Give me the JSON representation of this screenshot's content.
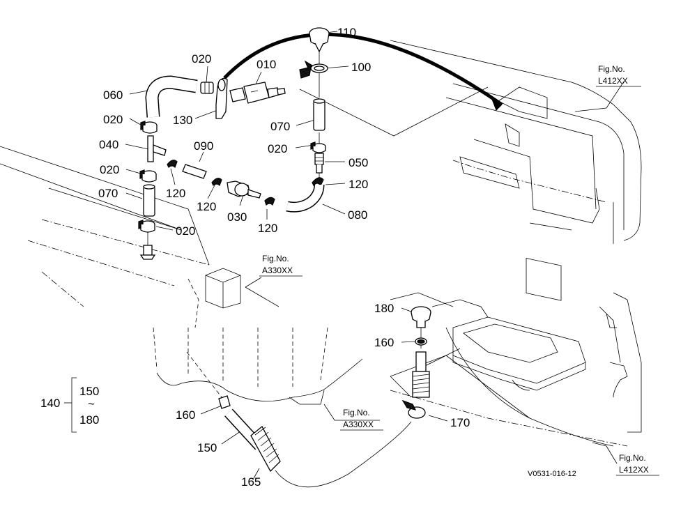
{
  "parts": {
    "p110": "110",
    "p100": "100",
    "p020a": "020",
    "p010": "010",
    "p060": "060",
    "p130": "130",
    "p020b": "020",
    "p070a": "070",
    "p040": "040",
    "p090": "090",
    "p020c": "020",
    "p050": "050",
    "p020d": "020",
    "p120a": "120",
    "p120b": "120",
    "p120c": "120",
    "p070b": "070",
    "p030": "030",
    "p120d": "120",
    "p080": "080",
    "p020e": "020",
    "p180": "180",
    "p160a": "160",
    "p160b": "160",
    "p170": "170",
    "p150": "150",
    "p165": "165"
  },
  "group": {
    "parent": "140",
    "from": "150",
    "tilde": "~",
    "to": "180"
  },
  "figrefs": {
    "top_right": {
      "line1": "Fig.No.",
      "line2": "L412XX"
    },
    "mid": {
      "line1": "Fig.No.",
      "line2": "A330XX"
    },
    "lower_mid": {
      "line1": "Fig.No.",
      "line2": "A330XX"
    },
    "bottom_right": {
      "line1": "Fig.No.",
      "line2": "L412XX"
    }
  },
  "diagram_code": "V0531-016-12"
}
